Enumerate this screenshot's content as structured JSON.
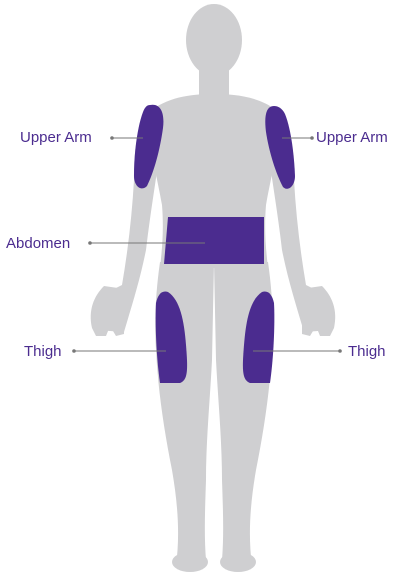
{
  "colors": {
    "body": "#cfcfd1",
    "site": "#4b2c8f",
    "label": "#4b2c8f",
    "leader": "#777777"
  },
  "labels": {
    "upper_arm_left": "Upper Arm",
    "upper_arm_right": "Upper Arm",
    "abdomen": "Abdomen",
    "thigh_left": "Thigh",
    "thigh_right": "Thigh"
  }
}
